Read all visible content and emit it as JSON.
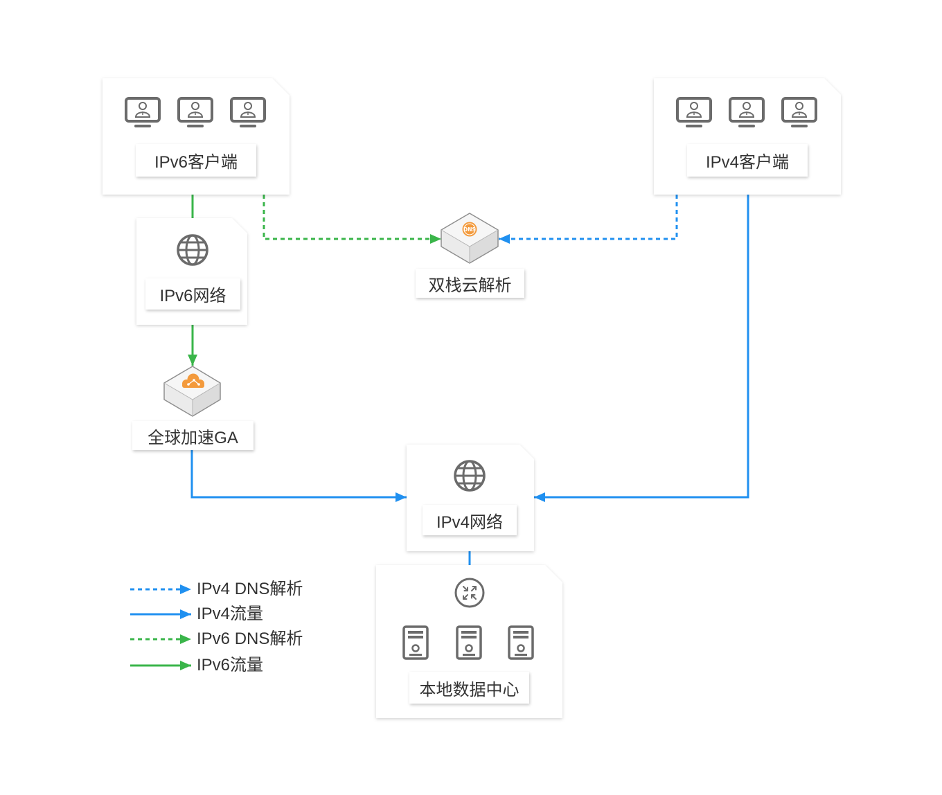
{
  "nodes": {
    "ipv6_client": {
      "label": "IPv6客户端",
      "icon": "monitor-user-icon"
    },
    "ipv4_client": {
      "label": "IPv4客户端",
      "icon": "monitor-user-icon"
    },
    "ipv6_network": {
      "label": "IPv6网络",
      "icon": "globe-icon"
    },
    "dns": {
      "label": "双栈云解析",
      "icon": "dns-icon",
      "icon_text": "DNS"
    },
    "ga": {
      "label": "全球加速GA",
      "icon": "cloud-accelerator-icon"
    },
    "ipv4_network": {
      "label": "IPv4网络",
      "icon": "globe-icon"
    },
    "datacenter": {
      "label": "本地数据中心",
      "icon": "server-icon",
      "router_icon": "router-icon"
    }
  },
  "legend": [
    {
      "label": "IPv4 DNS解析",
      "color": "#2090f0"
    },
    {
      "label": "IPv4流量",
      "color": "#2090f0"
    },
    {
      "label": "IPv6 DNS解析",
      "color": "#3ab54a"
    },
    {
      "label": "IPv6流量",
      "color": "#3ab54a"
    }
  ],
  "colors": {
    "ipv4": "#2090f0",
    "ipv6": "#3ab54a",
    "icon": "#6b6b6b",
    "accent": "#f39a3c",
    "text": "#333333"
  }
}
